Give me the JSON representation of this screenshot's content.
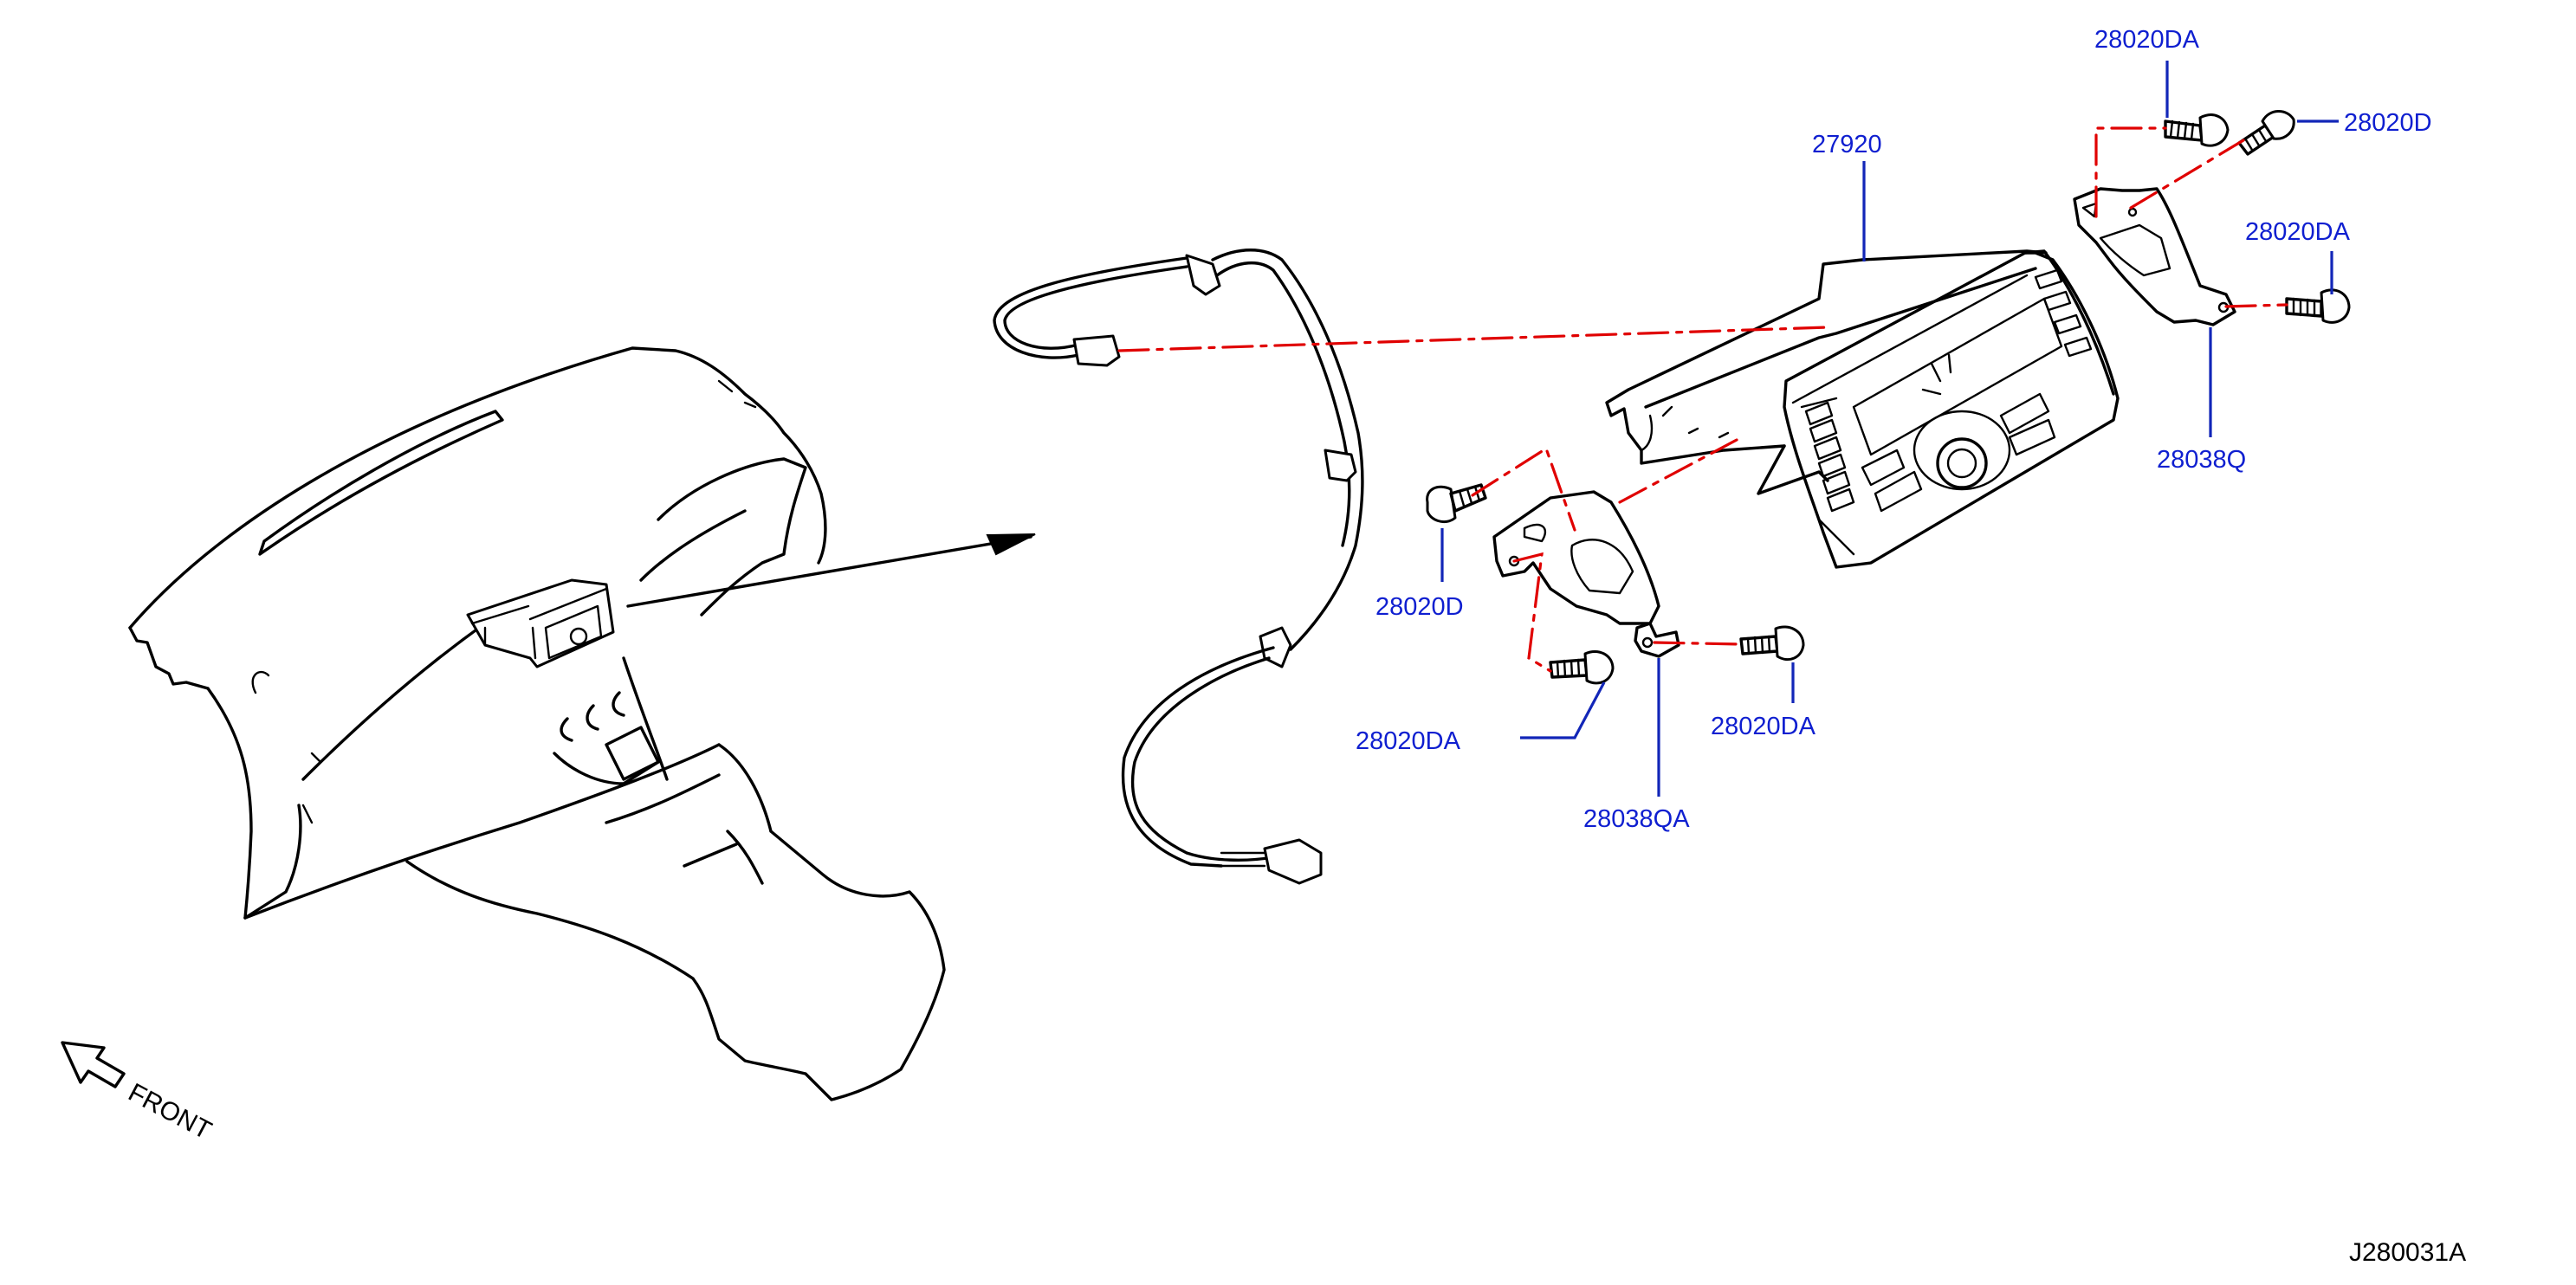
{
  "diagram": {
    "illustration_code": "J280031A",
    "direction_label": "FRONT",
    "colors": {
      "part_label": "#0f1fd0",
      "leader_line": "#1226b8",
      "assembly_line": "#e00000",
      "outline": "#000000"
    },
    "icons": [
      "front-arrow-icon",
      "screw-icon",
      "bracket-icon",
      "audio-unit-icon",
      "antenna-cable-icon",
      "instrument-panel-icon"
    ],
    "callouts": [
      {
        "id": "27920",
        "part_number": "27920"
      },
      {
        "id": "28020DA_top",
        "part_number": "28020DA"
      },
      {
        "id": "28020D_top",
        "part_number": "28020D"
      },
      {
        "id": "28020DA_right",
        "part_number": "28020DA"
      },
      {
        "id": "28038Q",
        "part_number": "28038Q"
      },
      {
        "id": "28020D_left",
        "part_number": "28020D"
      },
      {
        "id": "28020DA_left",
        "part_number": "28020DA"
      },
      {
        "id": "28020DA_mid",
        "part_number": "28020DA"
      },
      {
        "id": "28038QA",
        "part_number": "28038QA"
      }
    ]
  }
}
